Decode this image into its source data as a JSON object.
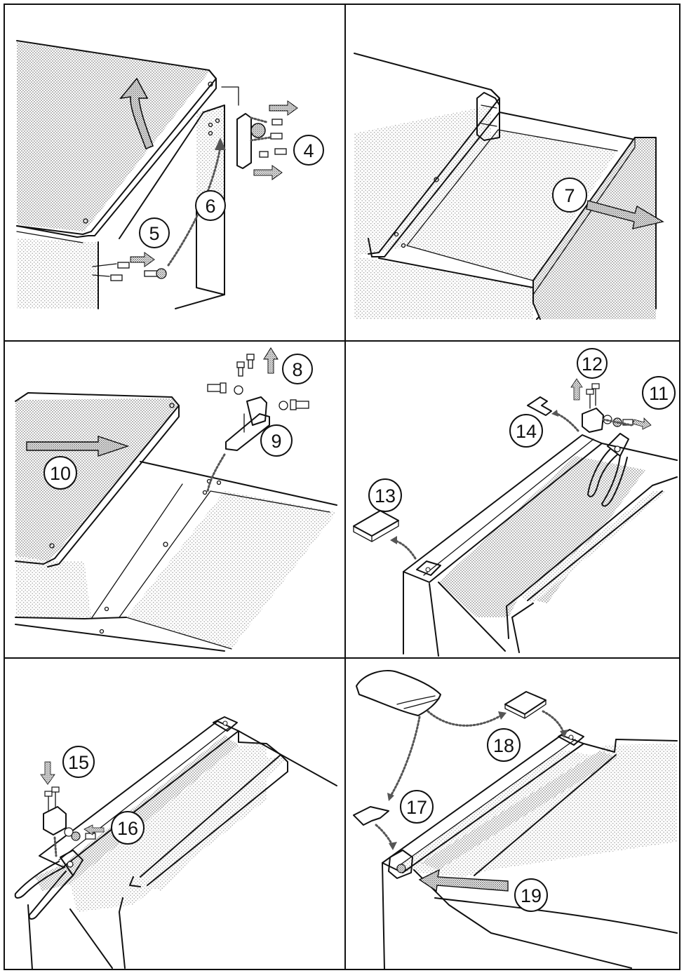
{
  "steps": {
    "s4": "4",
    "s5": "5",
    "s6": "6",
    "s7": "7",
    "s8": "8",
    "s9": "9",
    "s10": "10",
    "s11": "11",
    "s12": "12",
    "s13": "13",
    "s14": "14",
    "s15": "15",
    "s16": "16",
    "s17": "17",
    "s18": "18",
    "s19": "19"
  },
  "colors": {
    "line": "#111111",
    "paper": "#ffffff",
    "stipple": "#9a9a9a"
  }
}
